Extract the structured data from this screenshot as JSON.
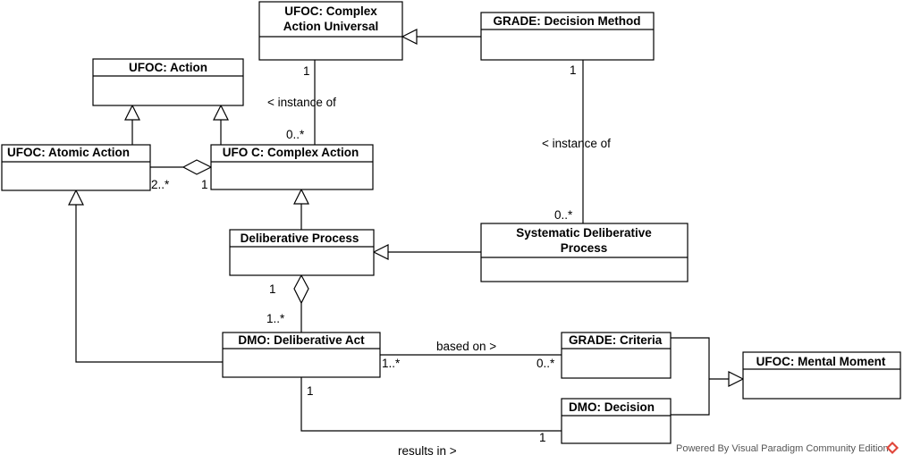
{
  "classes": {
    "complex_action_universal": [
      "UFOC: Complex",
      "Action Universal"
    ],
    "decision_method": [
      "GRADE: Decision Method"
    ],
    "action": [
      "UFOC: Action"
    ],
    "atomic_action": [
      "UFOC: Atomic Action"
    ],
    "complex_action": [
      "UFO C: Complex Action"
    ],
    "deliberative_process": [
      "Deliberative Process"
    ],
    "systematic_deliberative_process": [
      "Systematic Deliberative",
      "Process"
    ],
    "deliberative_act": [
      "DMO: Deliberative Act"
    ],
    "criteria": [
      "GRADE: Criteria"
    ],
    "mental_moment": [
      "UFOC: Mental Moment"
    ],
    "decision": [
      "DMO: Decision"
    ]
  },
  "labels": {
    "instance_of_1": "< instance of",
    "instance_of_2": "< instance of",
    "based_on": "based on >",
    "results_in": "results in >"
  },
  "multiplicities": {
    "cau_one": "1",
    "ca_many": "0..*",
    "dm_one": "1",
    "sdp_many": "0..*",
    "atomic_many": "2..*",
    "complex_one": "1",
    "dp_one": "1",
    "act_many": "1..*",
    "act_based_many": "1..*",
    "criteria_many": "0..*",
    "act_results_one": "1",
    "decision_one": "1"
  },
  "watermark": "Powered By Visual Paradigm Community Edition"
}
